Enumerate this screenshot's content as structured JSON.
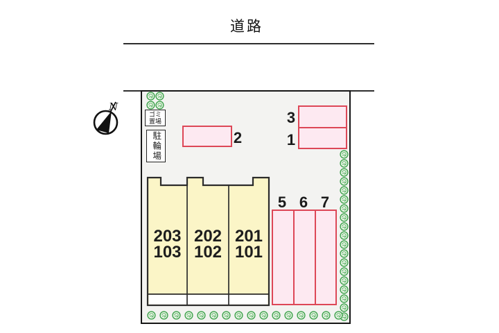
{
  "road": {
    "label": "道路"
  },
  "compass": {
    "north_label": "N"
  },
  "site": {
    "facilities": {
      "garbage_area": {
        "label": "ゴミ置場",
        "lines": [
          "ゴミ",
          "置場"
        ]
      },
      "bicycle_parking": {
        "label": "駐輪場"
      }
    },
    "building": {
      "units": [
        {
          "upper": "203",
          "lower": "103"
        },
        {
          "upper": "202",
          "lower": "102"
        },
        {
          "upper": "201",
          "lower": "101"
        }
      ]
    },
    "parking": {
      "space_1": "1",
      "space_2": "2",
      "space_3": "3",
      "space_5": "5",
      "space_6": "6",
      "space_7": "7"
    },
    "landscaping": {
      "top_left_bush_count": 4,
      "right_column_bush_count": 19,
      "bottom_row_bush_count": 16
    }
  },
  "colors": {
    "site_fill": "#f3f3f1",
    "building_fill": "#fbf5c7",
    "parking_fill": "#fde9f1",
    "parking_border": "#dd4757",
    "bush_stroke": "#3fa34d",
    "bush_fill": "#e9f4e5",
    "line_color": "#1f1f1f"
  }
}
